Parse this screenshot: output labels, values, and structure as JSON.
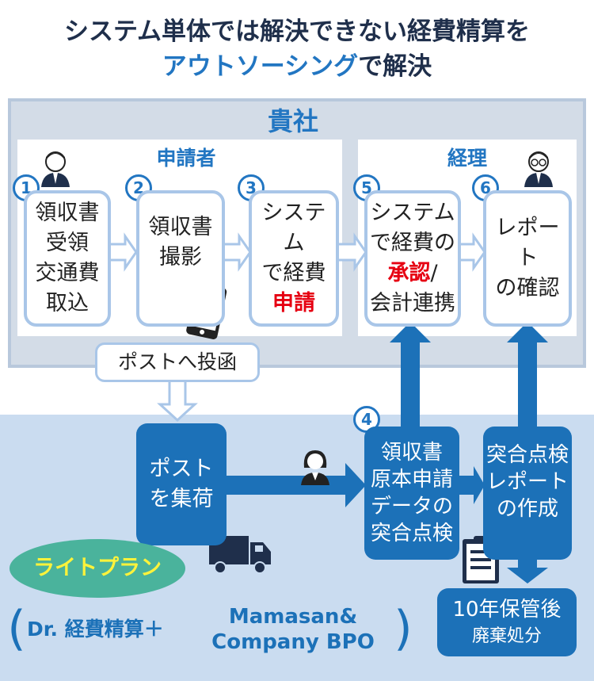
{
  "title": {
    "line1": "システム単体では解決できない経費精算を",
    "line2_blue": "アウトソーシング",
    "line2_rest": "で解決"
  },
  "company": {
    "label": "貴社",
    "applicant_label": "申請者",
    "accounting_label": "経理",
    "steps": [
      {
        "num": "1",
        "lines": [
          "領収書",
          "受領",
          "交通費",
          "取込"
        ]
      },
      {
        "num": "2",
        "lines": [
          "領収書",
          "撮影"
        ]
      },
      {
        "num": "3",
        "lines": [
          "システム",
          "で経費"
        ],
        "red": "申請"
      },
      {
        "num": "5",
        "lines": [
          "システム",
          "で経費の"
        ],
        "red": "承認",
        "after_red": "/",
        "line_last": "会計連携"
      },
      {
        "num": "6",
        "lines": [
          "レポート",
          "の確認"
        ]
      }
    ]
  },
  "post_label": "ポストへ投函",
  "outsourcing": {
    "collect": [
      "ポスト",
      "を集荷"
    ],
    "step4_num": "4",
    "check": [
      "領収書",
      "原本申請",
      "データの",
      "突合点検"
    ],
    "report": [
      "突合点検",
      "レポート",
      "の作成"
    ],
    "storage_line1": "10年保管後",
    "storage_line2": "廃棄処分",
    "plan": "ライトプラン",
    "partners_left": "Dr. 経費精算＋",
    "partners_right_1": "Mamasan&",
    "partners_right_2": "Company BPO",
    "paren_open": "(",
    "paren_close": ")"
  },
  "colors": {
    "accent_blue": "#2276c2",
    "dark_blue": "#1c71b8",
    "navy": "#1f2f4b",
    "red": "#e60012",
    "plan_green": "#4ab39c",
    "plan_yellow": "#fff33a"
  },
  "icons": [
    "person-icon",
    "person-glasses-icon",
    "smartphone-icon",
    "woman-icon",
    "truck-icon",
    "clipboard-icon"
  ]
}
